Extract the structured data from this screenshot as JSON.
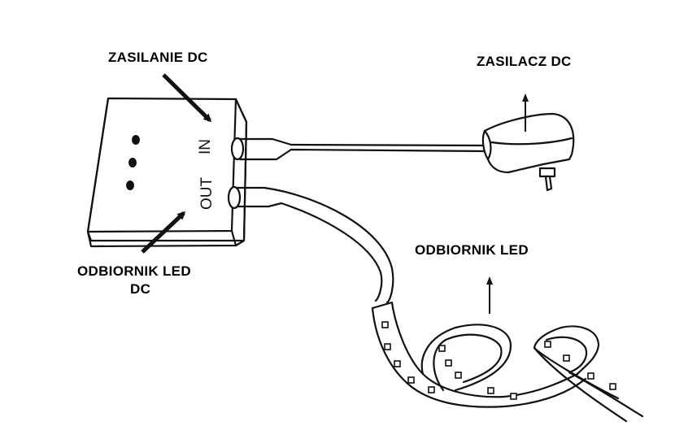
{
  "labels": {
    "power_input": "ZASILANIE DC",
    "power_adapter": "ZASILACZ DC",
    "led_receiver": "ODBIORNIK LED",
    "led_receiver_dc_line1": "ODBIORNIK LED",
    "led_receiver_dc_line2": "DC"
  },
  "ports": {
    "in": "IN",
    "out": "OUT"
  },
  "colors": {
    "line": "#111111",
    "background": "#ffffff"
  }
}
